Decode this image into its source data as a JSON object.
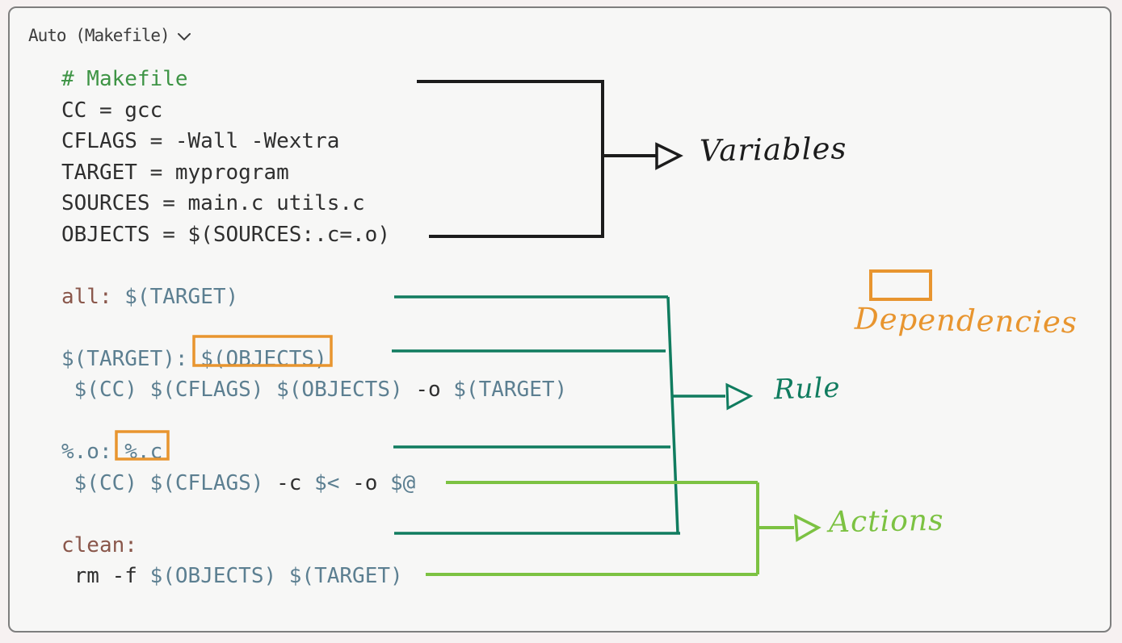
{
  "header": {
    "language_selector_label": "Auto (Makefile)",
    "chevron_icon": "chevron-down"
  },
  "code": {
    "lines": [
      {
        "tokens": [
          {
            "text": "# Makefile",
            "style": "comment"
          }
        ]
      },
      {
        "tokens": [
          {
            "text": "CC = gcc",
            "style": "plain"
          }
        ]
      },
      {
        "tokens": [
          {
            "text": "CFLAGS = -Wall -Wextra",
            "style": "plain"
          }
        ]
      },
      {
        "tokens": [
          {
            "text": "TARGET = myprogram",
            "style": "plain"
          }
        ]
      },
      {
        "tokens": [
          {
            "text": "SOURCES = main.c utils.c",
            "style": "plain"
          }
        ]
      },
      {
        "tokens": [
          {
            "text": "OBJECTS = $(SOURCES:.c=.o)",
            "style": "plain"
          }
        ]
      },
      {
        "tokens": []
      },
      {
        "tokens": [
          {
            "text": "all:",
            "style": "target"
          },
          {
            "text": " ",
            "style": "plain"
          },
          {
            "text": "$(TARGET)",
            "style": "var"
          }
        ]
      },
      {
        "tokens": []
      },
      {
        "tokens": [
          {
            "text": "$(TARGET):",
            "style": "var"
          },
          {
            "text": " ",
            "style": "plain"
          },
          {
            "text": "$(OBJECTS)",
            "style": "var"
          }
        ]
      },
      {
        "tokens": [
          {
            "text": " ",
            "style": "plain"
          },
          {
            "text": "$(CC) $(CFLAGS) $(OBJECTS)",
            "style": "var"
          },
          {
            "text": " ",
            "style": "plain"
          },
          {
            "text": "-o",
            "style": "plain"
          },
          {
            "text": " ",
            "style": "plain"
          },
          {
            "text": "$(TARGET)",
            "style": "var"
          }
        ]
      },
      {
        "tokens": []
      },
      {
        "tokens": [
          {
            "text": "%.o:",
            "style": "var"
          },
          {
            "text": " ",
            "style": "plain"
          },
          {
            "text": "%.c",
            "style": "var"
          }
        ]
      },
      {
        "tokens": [
          {
            "text": " ",
            "style": "plain"
          },
          {
            "text": "$(CC) $(CFLAGS)",
            "style": "var"
          },
          {
            "text": " ",
            "style": "plain"
          },
          {
            "text": "-c",
            "style": "plain"
          },
          {
            "text": " ",
            "style": "plain"
          },
          {
            "text": "$<",
            "style": "var"
          },
          {
            "text": " ",
            "style": "plain"
          },
          {
            "text": "-o",
            "style": "plain"
          },
          {
            "text": " ",
            "style": "plain"
          },
          {
            "text": "$@",
            "style": "var"
          }
        ]
      },
      {
        "tokens": []
      },
      {
        "tokens": [
          {
            "text": "clean:",
            "style": "target"
          }
        ]
      },
      {
        "tokens": [
          {
            "text": " ",
            "style": "plain"
          },
          {
            "text": "rm -f",
            "style": "plain"
          },
          {
            "text": " ",
            "style": "plain"
          },
          {
            "text": "$(OBJECTS) $(TARGET)",
            "style": "var"
          }
        ]
      }
    ]
  },
  "annotations": {
    "variables": {
      "label": "Variables",
      "color": "#1c1c1c"
    },
    "rule": {
      "label": "Rule",
      "color": "#107c5f"
    },
    "actions": {
      "label": "Actions",
      "color": "#7cc242"
    },
    "dependencies": {
      "label": "Dependencies",
      "color": "#e8952f"
    }
  },
  "colors": {
    "comment": "#3e9445",
    "plain": "#2f2f2f",
    "target_name": "#8a574b",
    "variable": "#5c7f91",
    "ink_black": "#1c1c1c",
    "ink_teal": "#107c5f",
    "ink_green": "#7cc242",
    "ink_orange": "#e8952f",
    "card_background": "#f7f7f6",
    "card_border": "#7e7e7e",
    "page_background": "#f6f1f1"
  }
}
